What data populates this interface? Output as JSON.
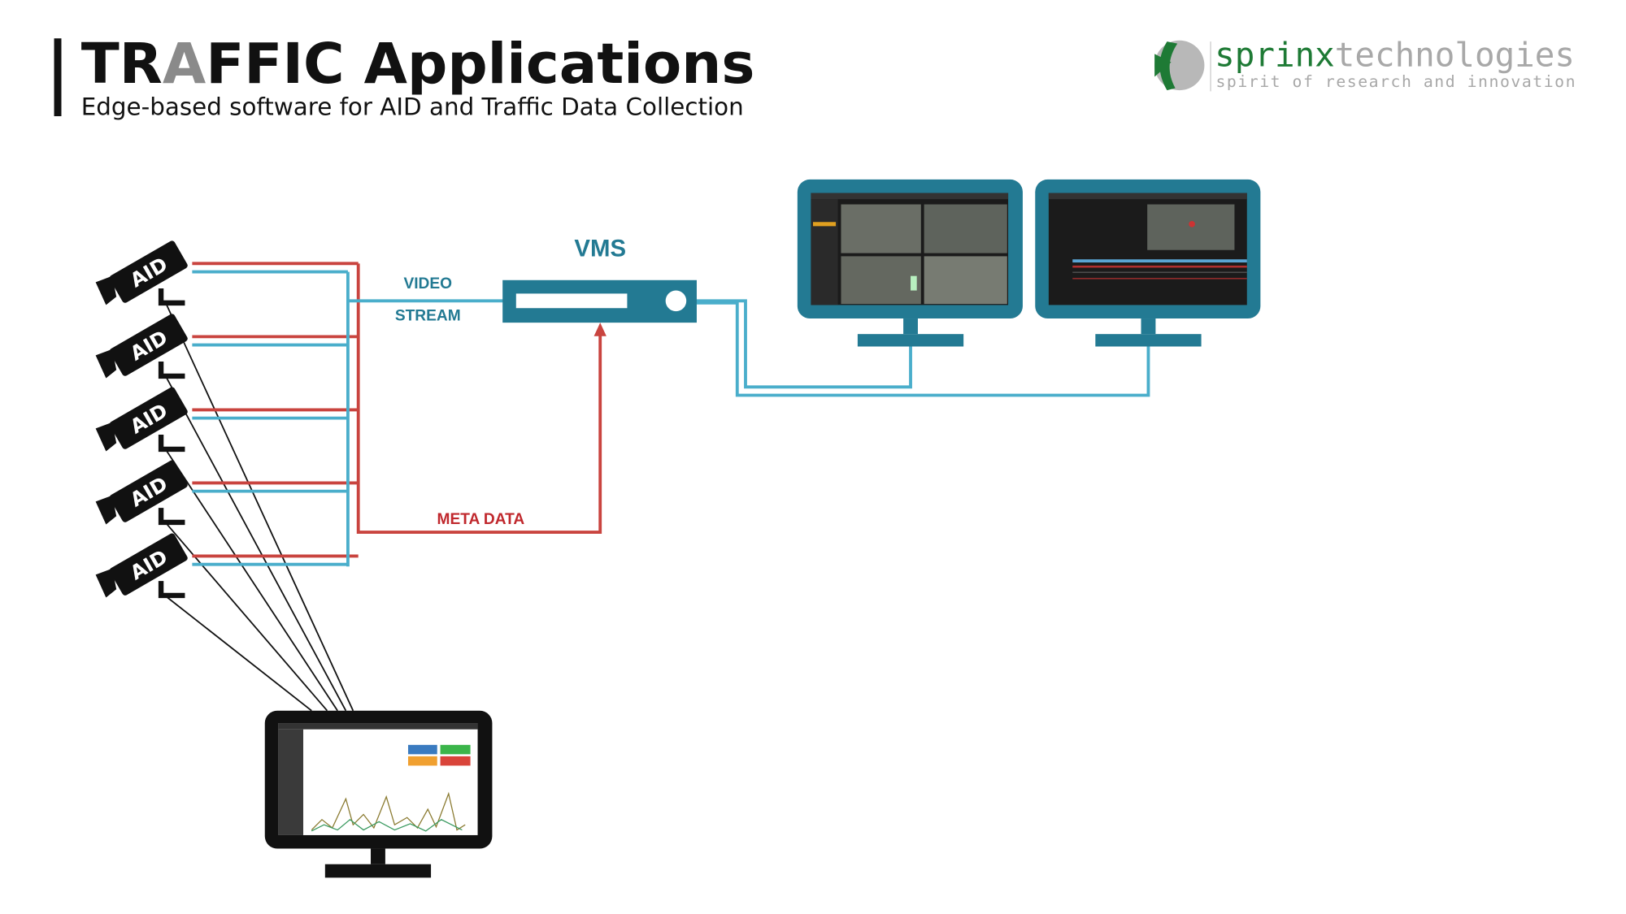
{
  "header": {
    "title_part1": "TR",
    "title_accent": "A",
    "title_part2": "FFIC Applications",
    "subtitle": "Edge-based software for AID and Traffic Data Collection"
  },
  "logo": {
    "brand_green": "sprinx",
    "brand_gray": "technologies",
    "tagline": "spirit of research and innovation"
  },
  "diagram": {
    "cameras": [
      {
        "label": "AID"
      },
      {
        "label": "AID"
      },
      {
        "label": "AID"
      },
      {
        "label": "AID"
      },
      {
        "label": "AID"
      }
    ],
    "video_label_1": "VIDEO",
    "video_label_2": "STREAM",
    "vms_label": "VMS",
    "meta_label": "META DATA"
  },
  "colors": {
    "teal": "#237a93",
    "video_line": "#4aaecb",
    "meta_line": "#c9443f",
    "meta_text": "#c0282d",
    "logo_green": "#1e7a35",
    "logo_gray": "#a8a8a8"
  }
}
